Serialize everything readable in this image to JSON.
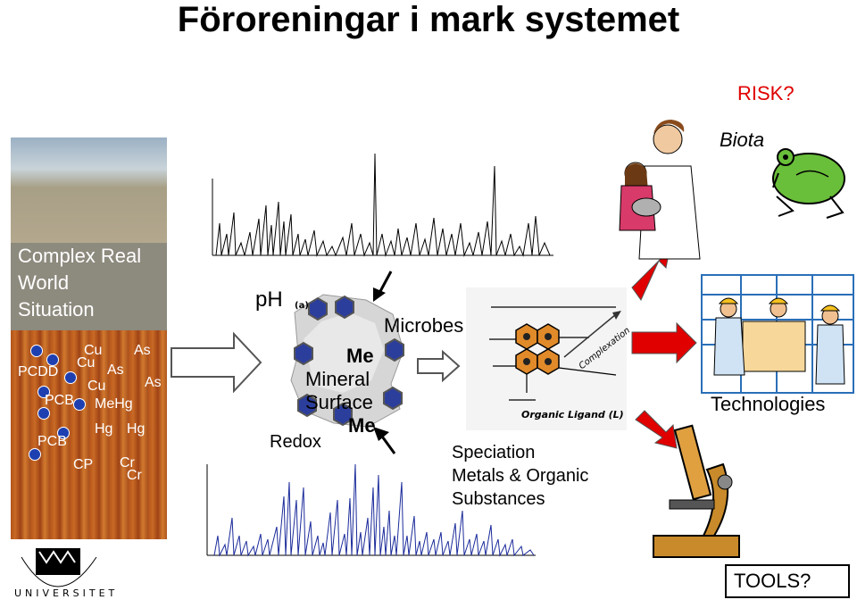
{
  "title": "Föroreningar i mark systemet",
  "labels": {
    "risk": "RISK?",
    "biota": "Biota",
    "complex_line1": "Complex Real",
    "complex_line2": "World",
    "complex_line3": "Situation",
    "ph": "pH",
    "redox": "Redox",
    "microbes": "Microbes",
    "me_top": "Me",
    "mineral": "Mineral",
    "surface": "Surface",
    "me_bottom": "Me",
    "speciation_line1": "Speciation",
    "speciation_line2": "Metals & Organic",
    "speciation_line3": "Substances",
    "technologies": "Technologies",
    "tools": "TOOLS?",
    "subfigure": "(a)",
    "organic_ligand": "Organic Ligand (L)",
    "complexation": "Complexation",
    "university": "UNIVERSITET"
  },
  "contaminants": {
    "cu_1": "Cu",
    "as_1": "As",
    "pcdd": "PCDD",
    "cu_2": "Cu",
    "as_2": "As",
    "cu_3": "Cu",
    "as_3": "As",
    "pcb_1": "PCB",
    "mehg": "MeHg",
    "hg_1": "Hg",
    "hg_2": "Hg",
    "pcb_2": "PCB",
    "cp": "CP",
    "cr_1": "Cr",
    "cr_2": "Cr"
  },
  "colors": {
    "arrow_red": "#e00000",
    "arrow_outline": "#444444",
    "risk_text": "#e00000",
    "chromatogram_top": "#000000",
    "chromatogram_bottom": "#1a2a9a",
    "frog_green": "#6abf3a"
  },
  "icons": [
    "frog-icon",
    "scientist-with-child-icon",
    "workers-icon",
    "microscope-icon",
    "university-seal-icon",
    "mineral-particle-icon",
    "organic-molecule-icon"
  ]
}
